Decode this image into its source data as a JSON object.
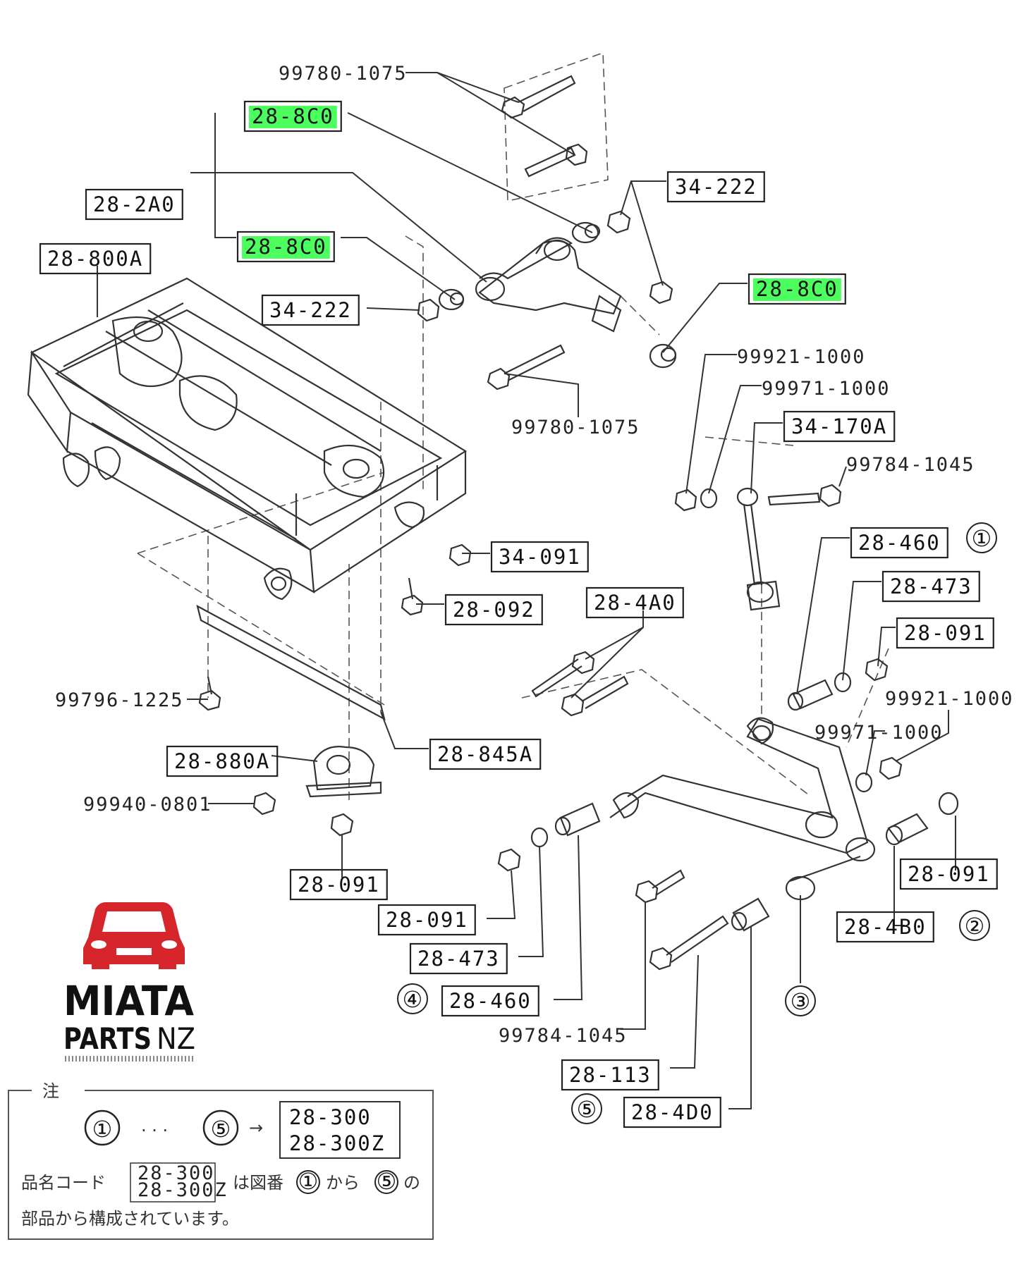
{
  "colors": {
    "highlight": "#4cff5f",
    "logo_red": "#d7262b",
    "ink": "#222222"
  },
  "labels": [
    {
      "text": "99780-1075",
      "boxed": false
    },
    {
      "text": "28-8C0",
      "boxed": true,
      "highlight": true
    },
    {
      "text": "28-2A0",
      "boxed": true
    },
    {
      "text": "28-8C0",
      "boxed": true,
      "highlight": true
    },
    {
      "text": "28-800A",
      "boxed": true
    },
    {
      "text": "34-222",
      "boxed": true
    },
    {
      "text": "34-222",
      "boxed": true
    },
    {
      "text": "28-8C0",
      "boxed": true,
      "highlight": true
    },
    {
      "text": "99780-1075",
      "boxed": false
    },
    {
      "text": "99921-1000",
      "boxed": false
    },
    {
      "text": "99971-1000",
      "boxed": false
    },
    {
      "text": "34-170A",
      "boxed": true
    },
    {
      "text": "99784-1045",
      "boxed": false
    },
    {
      "text": "34-091",
      "boxed": true
    },
    {
      "text": "28-092",
      "boxed": true
    },
    {
      "text": "28-460",
      "boxed": true
    },
    {
      "text": "28-473",
      "boxed": true
    },
    {
      "text": "28-091",
      "boxed": true
    },
    {
      "text": "28-4A0",
      "boxed": true
    },
    {
      "text": "99921-1000",
      "boxed": false
    },
    {
      "text": "99971-1000",
      "boxed": false
    },
    {
      "text": "99796-1225",
      "boxed": false
    },
    {
      "text": "28-845A",
      "boxed": true
    },
    {
      "text": "28-880A",
      "boxed": true
    },
    {
      "text": "99940-0801",
      "boxed": false
    },
    {
      "text": "28-091",
      "boxed": true
    },
    {
      "text": "28-091",
      "boxed": true
    },
    {
      "text": "28-091",
      "boxed": true
    },
    {
      "text": "28-4B0",
      "boxed": true
    },
    {
      "text": "28-473",
      "boxed": true
    },
    {
      "text": "28-460",
      "boxed": true
    },
    {
      "text": "99784-1045",
      "boxed": false
    },
    {
      "text": "28-113",
      "boxed": true
    },
    {
      "text": "28-4D0",
      "boxed": true
    }
  ],
  "callouts": [
    "①",
    "②",
    "③",
    "④",
    "⑤"
  ],
  "logo": {
    "line1": "MIATA",
    "line2a": "PARTS",
    "line2b": "NZ"
  },
  "note": {
    "title": "注",
    "range_from": "①",
    "dots": "· · ·",
    "range_to": "⑤",
    "arrow": "→",
    "codes": [
      "28-300",
      "28-300Z"
    ],
    "line1_pre": "品名コード",
    "line1_mid": "は図番",
    "line1_from": "①",
    "line1_kara": "から",
    "line1_to": "⑤",
    "line1_no": "の",
    "line2": "部品から構成されています。"
  }
}
